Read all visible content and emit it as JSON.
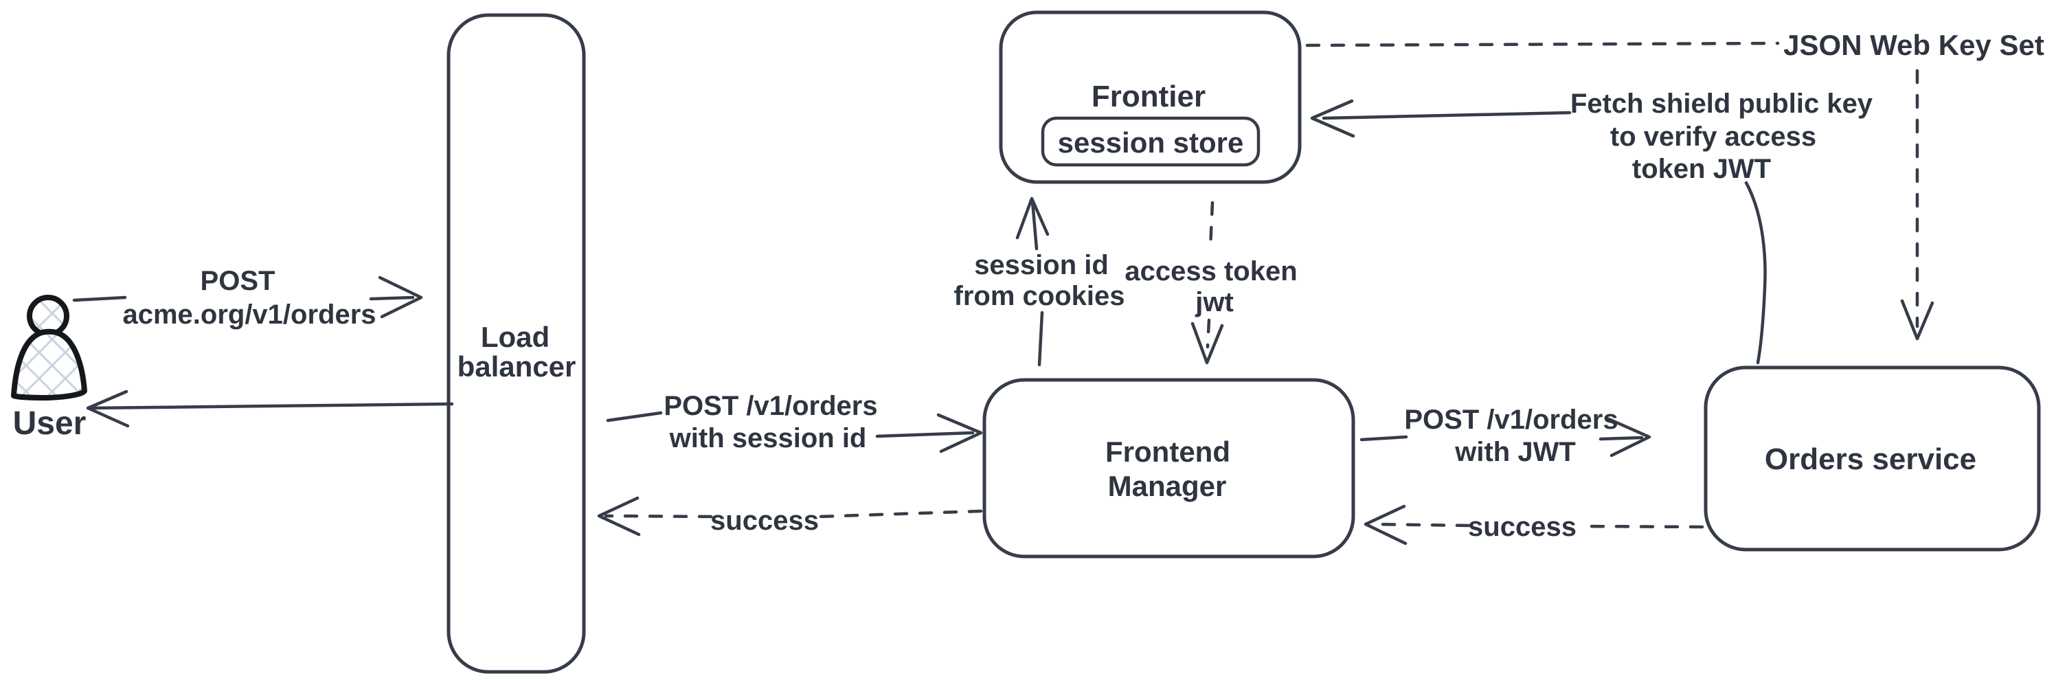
{
  "diagram": {
    "background": "#ffffff",
    "stroke_color": "#363d49",
    "text_color": "#2f3540",
    "hatch_color": "#c9d4df",
    "nodes": {
      "user": {
        "label": "User"
      },
      "load_balancer": {
        "line1": "Load",
        "line2": "balancer"
      },
      "frontier": {
        "label": "Frontier"
      },
      "session_store": {
        "label": "session store"
      },
      "frontend_manager": {
        "line1": "Frontend",
        "line2": "Manager"
      },
      "orders_service": {
        "label": "Orders service"
      }
    },
    "edges": {
      "user_to_lb": {
        "line1": "POST",
        "line2": "acme.org/v1/orders"
      },
      "lb_to_fm": {
        "line1": "POST /v1/orders",
        "line2": "with session id"
      },
      "fm_to_lb": {
        "label": "success"
      },
      "fm_to_frontier": {
        "line1": "session id",
        "line2": "from cookies"
      },
      "frontier_to_fm": {
        "line1": "access token",
        "line2": "jwt"
      },
      "fm_to_orders": {
        "line1": "POST /v1/orders",
        "line2": "with JWT"
      },
      "orders_to_fm": {
        "label": "success"
      },
      "frontier_to_jwks": {
        "label": "JSON Web Key Set"
      },
      "orders_to_frontier": {
        "line1": "Fetch shield public key",
        "line2": "to verify access",
        "line3": "token JWT"
      }
    }
  }
}
